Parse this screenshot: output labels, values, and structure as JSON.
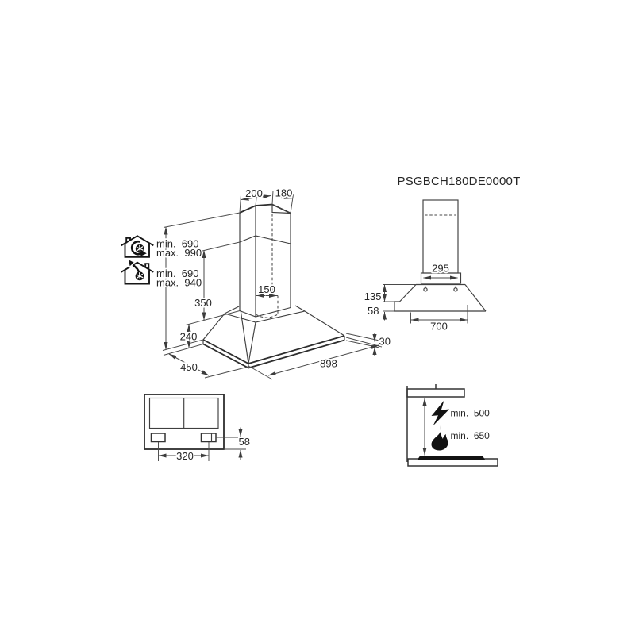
{
  "perspective_view": {
    "top_width": "200",
    "top_depth": "180",
    "recirculation": {
      "line1": "min.  690",
      "line2": "max.  990"
    },
    "extraction": {
      "line1": "min.  690",
      "line2": "max.  940"
    },
    "lower_chimney_height": "350",
    "duct_diameter": "150",
    "canopy_height": "240",
    "canopy_depth": "450",
    "canopy_width": "898",
    "rim_height": "30"
  },
  "front_view": {
    "model": "PSGBCH180DE0000T",
    "chimney_width": "295",
    "bracket_height": "135",
    "rim_height": "58",
    "body_width": "700"
  },
  "bottom_view": {
    "bracket_spacing": "320",
    "bracket_offset": "58"
  },
  "clearance_view": {
    "electric_min": "min.  500",
    "gas_min": "min.  650"
  }
}
